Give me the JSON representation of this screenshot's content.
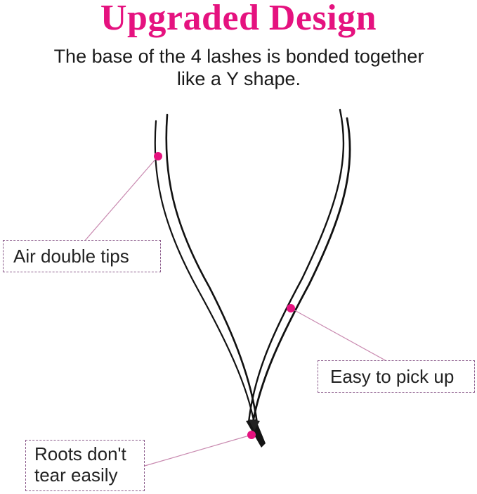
{
  "title": "Upgraded Design",
  "subtitle_line1": "The base of the 4 lashes is bonded together",
  "subtitle_line2": "like a Y shape.",
  "callouts": {
    "air_tips": "Air double tips",
    "easy_pick": "Easy to pick up",
    "roots_line1": "Roots don't",
    "roots_line2": "tear easily"
  },
  "colors": {
    "accent": "#e5127f",
    "lash": "#111111",
    "connector": "#c98ab0",
    "box_border": "#8a5a8a"
  }
}
